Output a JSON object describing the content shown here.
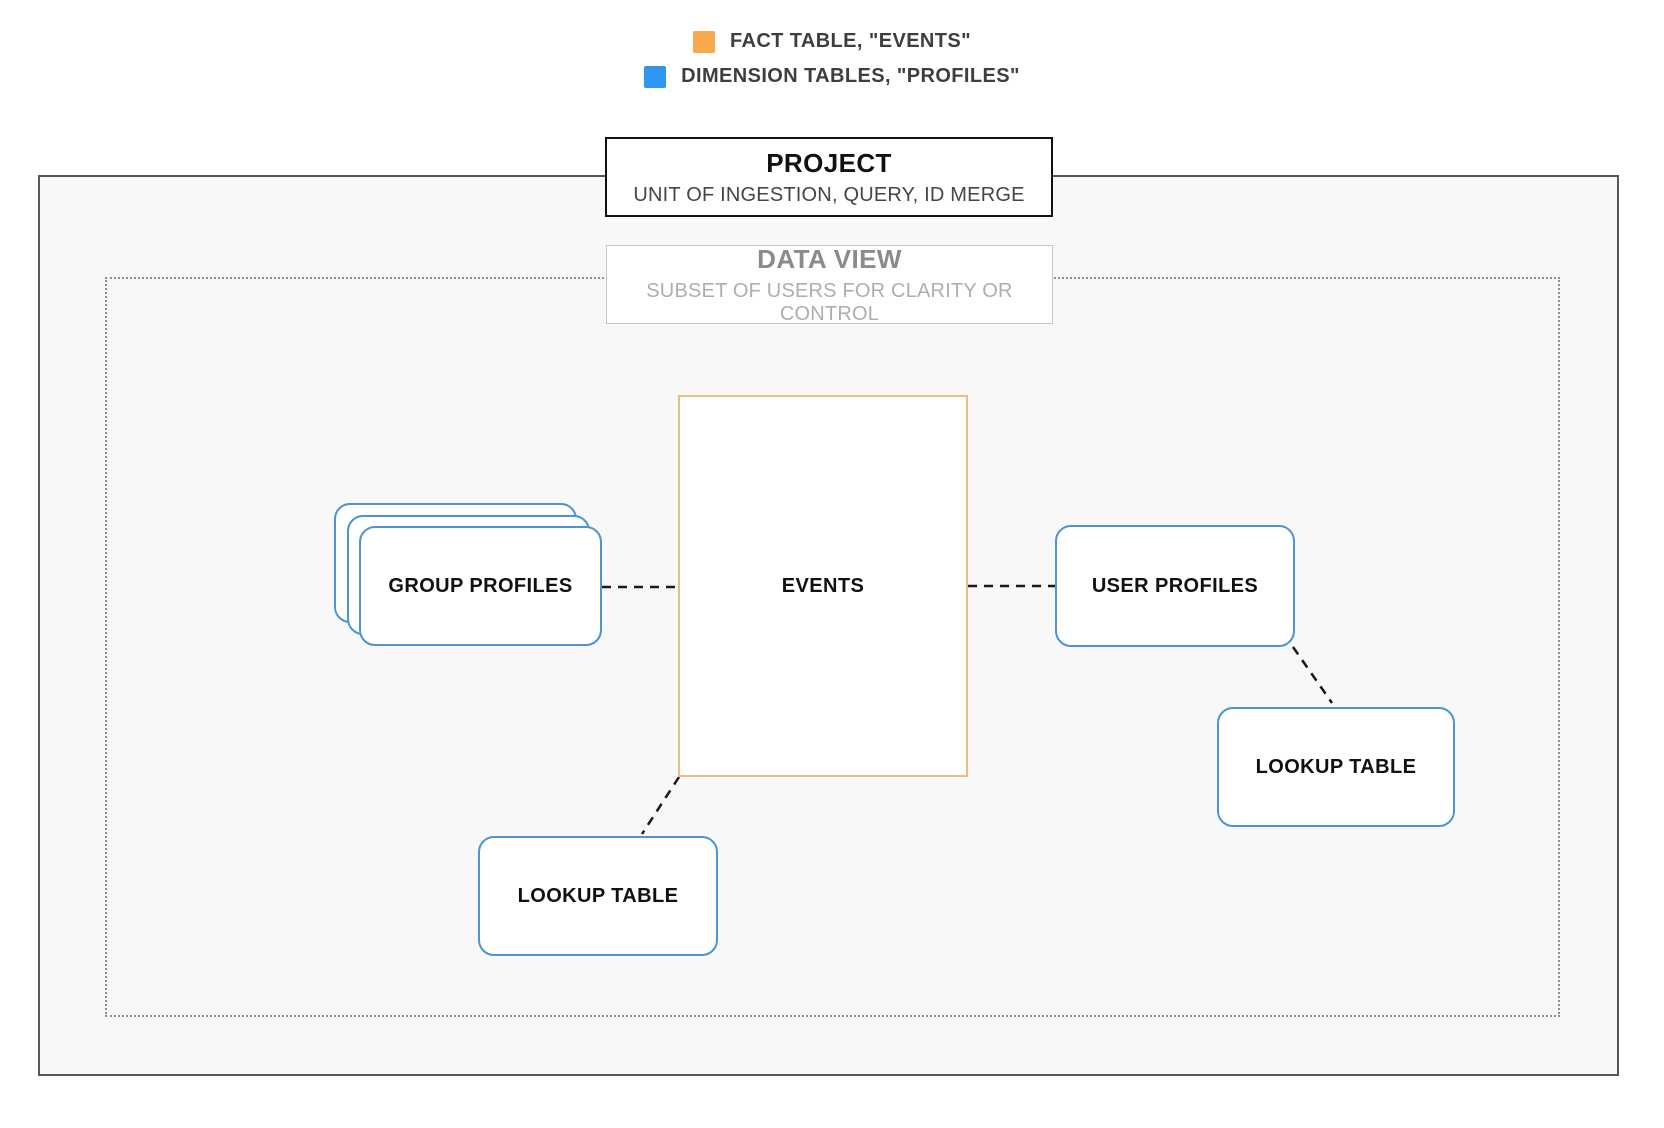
{
  "legend": {
    "items": [
      {
        "label": "FACT TABLE, \"EVENTS\"",
        "color": "#f7a94d"
      },
      {
        "label": "DIMENSION TABLES, \"PROFILES\"",
        "color": "#2e96f0"
      }
    ]
  },
  "project": {
    "title": "PROJECT",
    "subtitle": "UNIT OF INGESTION, QUERY, ID MERGE"
  },
  "data_view": {
    "title": "DATA VIEW",
    "subtitle": "SUBSET OF USERS FOR CLARITY OR CONTROL"
  },
  "nodes": {
    "events": {
      "label": "EVENTS"
    },
    "group_profiles": {
      "label": "GROUP PROFILES"
    },
    "user_profiles": {
      "label": "USER PROFILES"
    },
    "lookup_table_bottom": {
      "label": "LOOKUP TABLE"
    },
    "lookup_table_right": {
      "label": "LOOKUP TABLE"
    }
  },
  "edges": [
    {
      "from": "group_profiles",
      "to": "events",
      "style": "dashed"
    },
    {
      "from": "events",
      "to": "user_profiles",
      "style": "dashed"
    },
    {
      "from": "events",
      "to": "lookup_table_bottom",
      "style": "dashed"
    },
    {
      "from": "user_profiles",
      "to": "lookup_table_right",
      "style": "dashed"
    }
  ],
  "colors": {
    "fact_swatch": "#f7a94d",
    "dimension_swatch": "#2e96f0",
    "fact_border": "#eabd80",
    "dimension_border": "#4d93d6",
    "outer_background": "#f8f8f8"
  }
}
